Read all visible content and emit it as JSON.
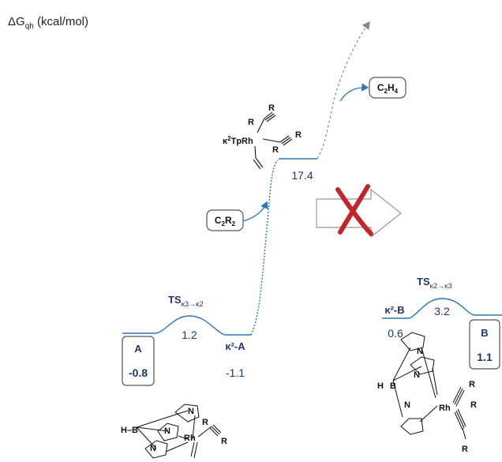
{
  "axis_label": {
    "main": "ΔG",
    "sub": "qh",
    "unit": " (kcal/mol)"
  },
  "states": {
    "A": {
      "name": "A",
      "energy": "-0.8"
    },
    "TS1": {
      "prefix": "TS",
      "sub": "κ3→κ2",
      "energy": "1.2"
    },
    "k2A": {
      "name": "κ²-A",
      "energy": "-1.1"
    },
    "int": {
      "energy": "17.4",
      "label_k": "κ",
      "label_sup": "2",
      "label_rest": "TpRh"
    },
    "k2B": {
      "name": "κ²-B",
      "energy": "0.6"
    },
    "TS2": {
      "prefix": "TS",
      "sub": "κ2→κ3",
      "energy": "3.2"
    },
    "B": {
      "name": "B",
      "energy": "1.1"
    }
  },
  "reagents": {
    "c2r2": {
      "a": "C",
      "a_sub": "2",
      "b": "R",
      "b_sub": "2"
    },
    "c2h4": {
      "a": "C",
      "a_sub": "2",
      "b": "H",
      "b_sub": "4"
    }
  },
  "atoms": {
    "R": "R",
    "B": "B",
    "H": "H",
    "N": "N",
    "Rh": "Rh",
    "HB": "H–B"
  },
  "colors": {
    "profile": "#2e75b6",
    "label": "#1f3864",
    "cross": "#c0272d",
    "arrow": "#888888"
  }
}
